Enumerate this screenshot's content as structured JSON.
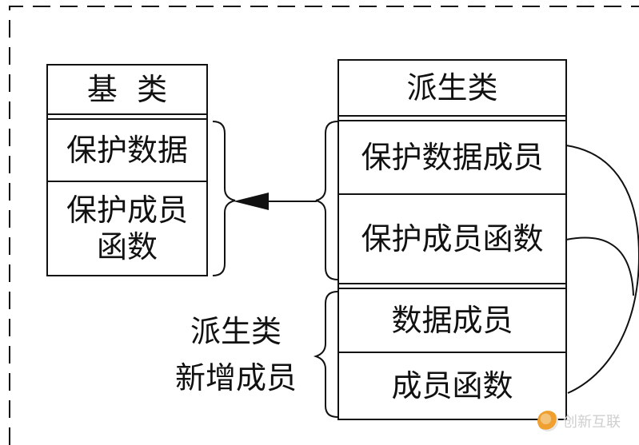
{
  "base_class": {
    "title": "基  类",
    "member1": "保护数据",
    "member2_line1": "保护成员",
    "member2_line2": "函数"
  },
  "derived_class": {
    "title": "派生类",
    "inherited": [
      "保护数据成员",
      "保护成员函数"
    ],
    "own": [
      "数据成员",
      "成员函数"
    ]
  },
  "side_label": {
    "line1": "派生类",
    "line2": "新增成员"
  },
  "watermark": {
    "text": "创新互联"
  }
}
